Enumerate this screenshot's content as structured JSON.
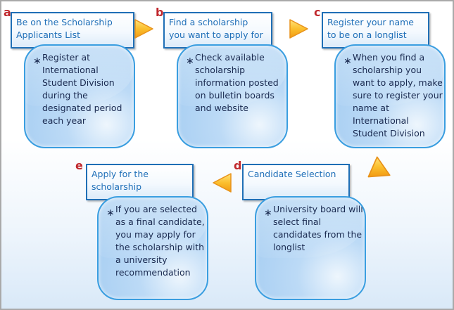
{
  "colors": {
    "title_text": "#1f6fb8",
    "title_border": "#1f6fb6",
    "bubble_border": "#3a9ee0",
    "letter": "#c0282d",
    "arrow": "#f5a623"
  },
  "bullet_icon": "asterisk",
  "steps": [
    {
      "letter": "a",
      "title": "Be on the Scholarship Applicants List",
      "detail": "Register at International Student Division during the designated period each year"
    },
    {
      "letter": "b",
      "title": "Find a scholarship you want to apply for",
      "detail": "Check available scholarship information posted on bulletin boards and website"
    },
    {
      "letter": "c",
      "title": "Register your name to be on a longlist",
      "detail": "When you find a scholarship you want to apply, make sure to register your name at International Student Division"
    },
    {
      "letter": "d",
      "title": "Candidate Selection",
      "detail": "University board will select final candidates from the longlist"
    },
    {
      "letter": "e",
      "title": "Apply for the scholarship",
      "detail": "If you are selected as a final candidate, you may apply for the scholarship with a university recommendation"
    }
  ]
}
